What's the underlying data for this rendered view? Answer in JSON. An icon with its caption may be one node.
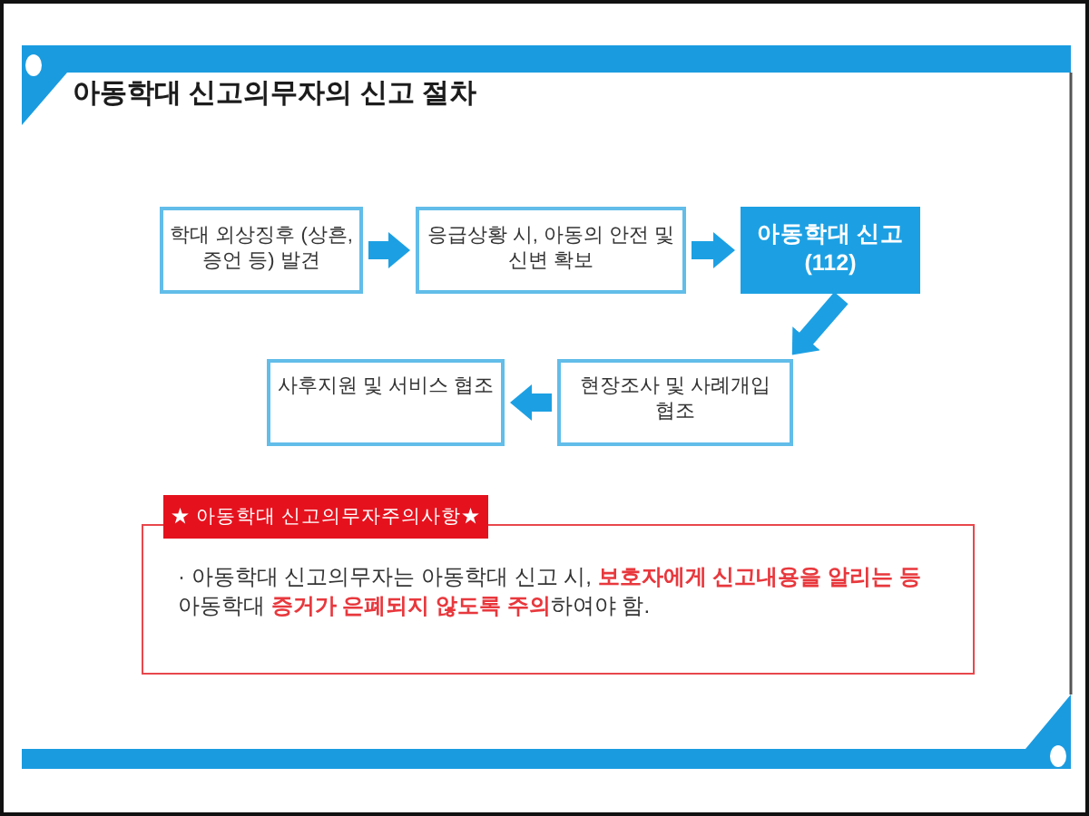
{
  "diagram": {
    "title": "아동학대 신고의무자의 신고 절차",
    "nodes": [
      {
        "text": [
          "학대 외상징후 (상흔, 증언 등) 발견"
        ]
      },
      {
        "text": [
          "응급상황 시, 아동의 안전 및 신변 확보"
        ]
      },
      {
        "text": [
          "아동학대 신고 (112)"
        ]
      },
      {
        "text": [
          "현장조사 및 사례개입 협조"
        ]
      },
      {
        "text": [
          "사후지원 및 서비스 협조"
        ]
      },
      {
        "text": [
          "★ 아동학대 신고의무자주의사항★",
          "· 아동학대 신고의무자는 아동학대 신고 시, **보호자에게 신고내용을 알리는 등** 아동학대 **증거가 은폐되지 않도록 주의**하여야 함."
        ]
      }
    ],
    "edges": [
      {
        "from": 0,
        "to": 1,
        "arrow": "to"
      },
      {
        "from": 1,
        "to": 2,
        "arrow": "to"
      },
      {
        "from": 2,
        "to": 3,
        "arrow": "to"
      },
      {
        "from": 3,
        "to": 4,
        "arrow": "to"
      }
    ]
  }
}
